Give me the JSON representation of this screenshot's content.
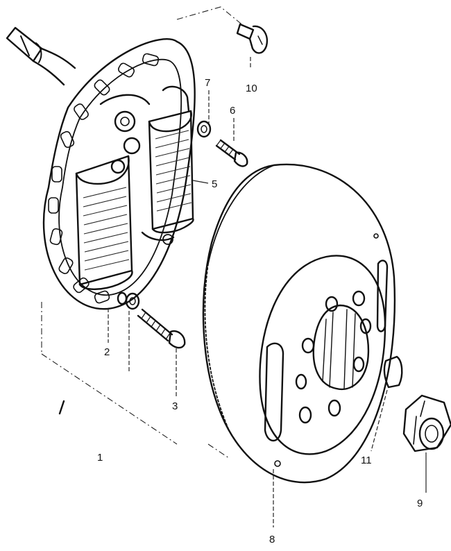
{
  "parts": [
    {
      "id": "part-1",
      "label": "1"
    },
    {
      "id": "part-2",
      "label": "2"
    },
    {
      "id": "part-3",
      "label": "3"
    },
    {
      "id": "part-5",
      "label": "5"
    },
    {
      "id": "part-6",
      "label": "6"
    },
    {
      "id": "part-7",
      "label": "7"
    },
    {
      "id": "part-8",
      "label": "8"
    },
    {
      "id": "part-9",
      "label": "9"
    },
    {
      "id": "part-10",
      "label": "10"
    },
    {
      "id": "part-11",
      "label": "11"
    }
  ]
}
